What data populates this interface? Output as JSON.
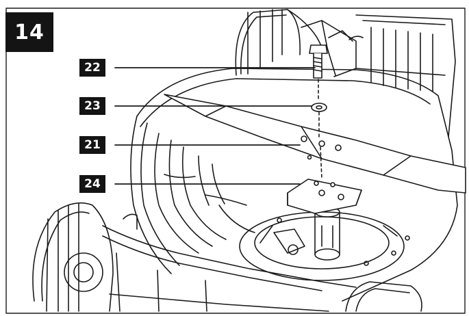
{
  "figure": {
    "step_number": "14",
    "callouts": [
      {
        "label": "22"
      },
      {
        "label": "23"
      },
      {
        "label": "21"
      },
      {
        "label": "24"
      }
    ]
  }
}
